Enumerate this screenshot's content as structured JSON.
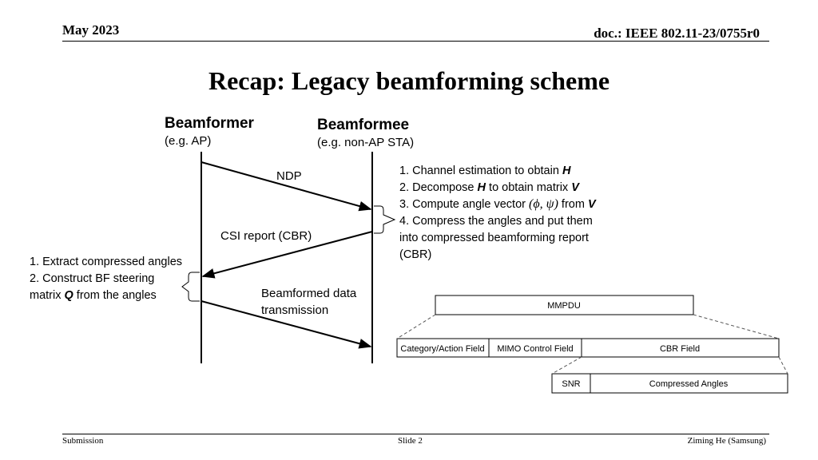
{
  "header": {
    "date": "May 2023",
    "doc_id": "doc.: IEEE 802.11-23/0755r0"
  },
  "title": "Recap: Legacy beamforming scheme",
  "diagram": {
    "beamformer": {
      "label": "Beamformer",
      "sublabel": "(e.g. AP)"
    },
    "beamformee": {
      "label": "Beamformee",
      "sublabel": "(e.g. non-AP STA)"
    },
    "messages": {
      "ndp": "NDP",
      "csi_report": "CSI report (CBR)",
      "bf_data_line1": "Beamformed data",
      "bf_data_line2": "transmission"
    },
    "beamformee_steps": {
      "s1_pre": "1. Channel estimation to obtain ",
      "s1_var": "H",
      "s2_pre": "2. Decompose ",
      "s2_var1": "H",
      "s2_mid": " to obtain matrix ",
      "s2_var2": "V",
      "s3_pre": "3. Compute angle vector ",
      "s3_vec": "(ϕ, ψ)",
      "s3_mid": " from ",
      "s3_var": "V",
      "s4_line1": "4. Compress the angles and put them",
      "s4_line2": "into compressed beamforming report",
      "s4_line3": "(CBR)"
    },
    "beamformer_steps": {
      "s1": "1. Extract compressed angles",
      "s2": "2. Construct BF steering",
      "s3_pre": "matrix ",
      "s3_var": "Q",
      "s3_post": " from the angles"
    },
    "frame": {
      "mmpdu": "MMPDU",
      "category_action": "Category/Action Field",
      "mimo_control": "MIMO Control Field",
      "cbr_field": "CBR Field",
      "snr": "SNR",
      "compressed_angles": "Compressed Angles"
    }
  },
  "footer": {
    "left": "Submission",
    "center": "Slide 2",
    "right": "Ziming He (Samsung)"
  }
}
